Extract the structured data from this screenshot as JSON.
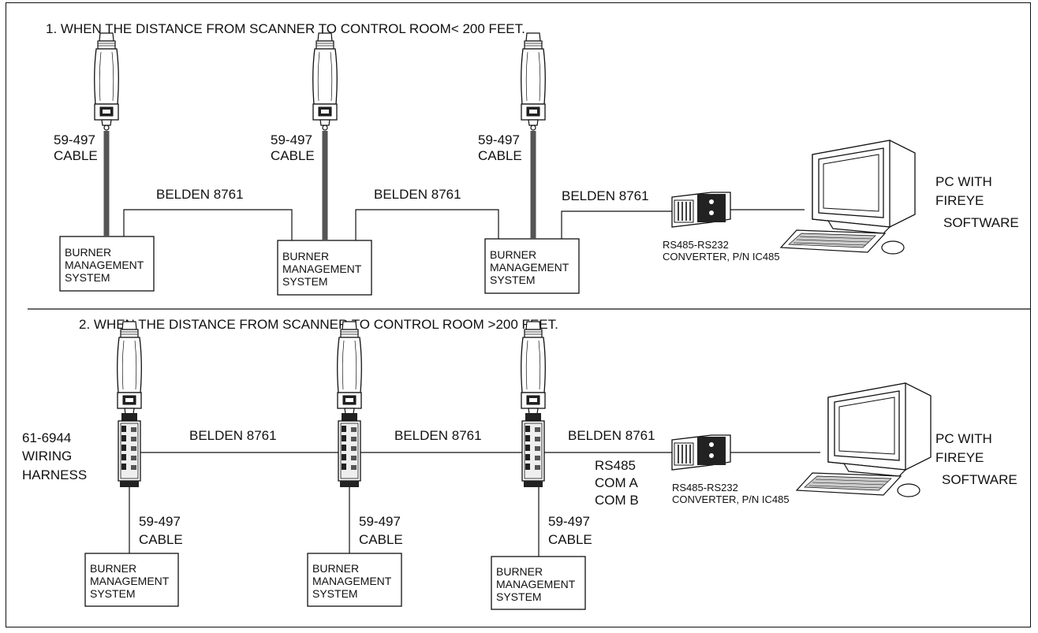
{
  "section1": {
    "title": "1.  WHEN THE DISTANCE FROM SCANNER TO CONTROL ROOM< 200 FEET.",
    "cable_labels": [
      [
        "59-497",
        "CABLE"
      ],
      [
        "59-497",
        "CABLE"
      ],
      [
        "59-497",
        "CABLE"
      ]
    ],
    "belden_labels": [
      "BELDEN 8761",
      "BELDEN 8761",
      "BELDEN 8761"
    ],
    "bms_boxes": [
      [
        "BURNER",
        "MANAGEMENT",
        "SYSTEM"
      ],
      [
        "BURNER",
        "MANAGEMENT",
        "SYSTEM"
      ],
      [
        "BURNER",
        "MANAGEMENT",
        "SYSTEM"
      ]
    ],
    "converter": [
      "RS485-RS232",
      "CONVERTER, P/N IC485"
    ],
    "pc": [
      "PC WITH",
      "FIREYE",
      "SOFTWARE"
    ]
  },
  "section2": {
    "title": "2.  WHEN THE DISTANCE FROM SCANNER TO CONTROL ROOM >200 FEET.",
    "harness_label": [
      "61-6944",
      "WIRING",
      "HARNESS"
    ],
    "belden_labels": [
      "BELDEN 8761",
      "BELDEN 8761",
      "BELDEN 8761"
    ],
    "rs485_labels": [
      "RS485",
      "COM A",
      "COM B"
    ],
    "cable_labels": [
      [
        "59-497",
        "CABLE"
      ],
      [
        "59-497",
        "CABLE"
      ],
      [
        "59-497",
        "CABLE"
      ]
    ],
    "bms_boxes": [
      [
        "BURNER",
        "MANAGEMENT",
        "SYSTEM"
      ],
      [
        "BURNER",
        "MANAGEMENT",
        "SYSTEM"
      ],
      [
        "BURNER",
        "MANAGEMENT",
        "SYSTEM"
      ]
    ],
    "converter": [
      "RS485-RS232",
      "CONVERTER, P/N IC485"
    ],
    "pc": [
      "PC WITH",
      "FIREYE",
      "SOFTWARE"
    ]
  }
}
